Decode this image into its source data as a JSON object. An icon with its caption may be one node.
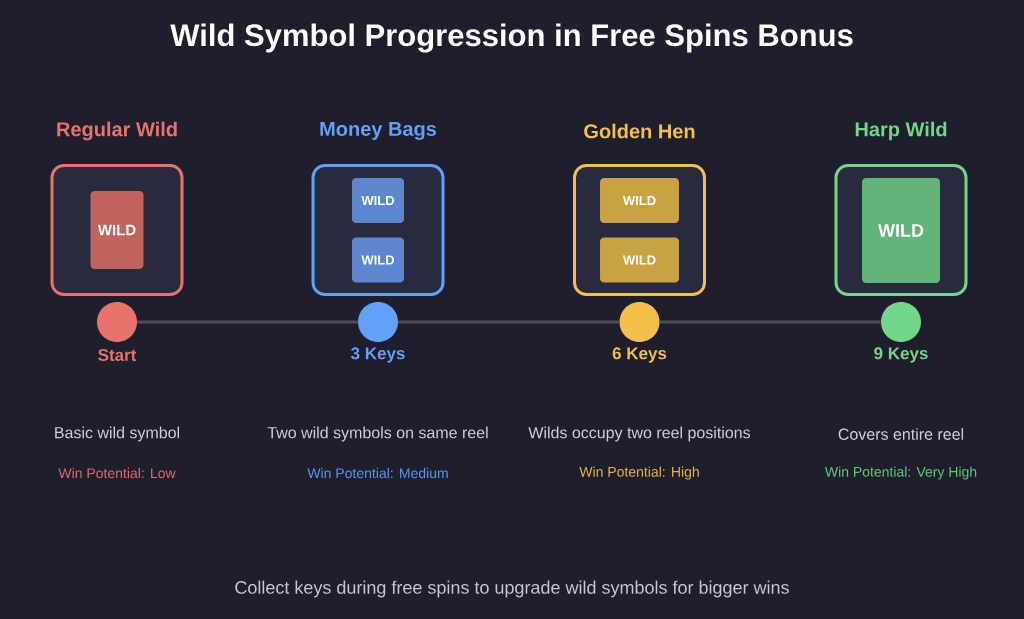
{
  "diagram": {
    "title": "Wild Symbol Progression in Free Spins Bonus",
    "caption": "Collect keys during free spins to upgrade wild symbols for bigger wins",
    "nodes": [
      {
        "text": [
          "Regular Wild"
        ]
      },
      {
        "text": [
          "WILD"
        ],
        "in": 0
      },
      {
        "text": [
          "Money Bags"
        ]
      },
      {
        "text": [
          "WILD"
        ],
        "in": 2
      },
      {
        "text": [
          "WILD"
        ],
        "in": 2
      },
      {
        "text": [
          "Golden Hen"
        ]
      },
      {
        "text": [
          "WILD"
        ],
        "in": 5
      },
      {
        "text": [
          "WILD"
        ],
        "in": 5
      },
      {
        "text": [
          "Harp Wild"
        ]
      },
      {
        "text": [
          "WILD"
        ],
        "in": 8
      },
      {
        "text": [],
        "shape": "circle",
        "beside": [
          "Start"
        ]
      },
      {
        "text": [],
        "shape": "circle",
        "beside": [
          "3 Keys"
        ]
      },
      {
        "text": [],
        "shape": "circle",
        "beside": [
          "6 Keys"
        ]
      },
      {
        "text": [],
        "shape": "circle",
        "beside": [
          "9 Keys"
        ]
      }
    ],
    "edges": [
      {
        "from": 10,
        "to": 11,
        "arrow": "none"
      },
      {
        "from": 11,
        "to": 12,
        "arrow": "none"
      },
      {
        "from": 12,
        "to": 13,
        "arrow": "none"
      }
    ],
    "labels": [
      "Basic wild symbol",
      "Two wild symbols on same reel",
      "Wilds occupy two reel positions",
      "Covers entire reel",
      "Win Potential: Low",
      "Win Potential: Medium",
      "Win Potential: High",
      "Win Potential: Very High"
    ]
  }
}
